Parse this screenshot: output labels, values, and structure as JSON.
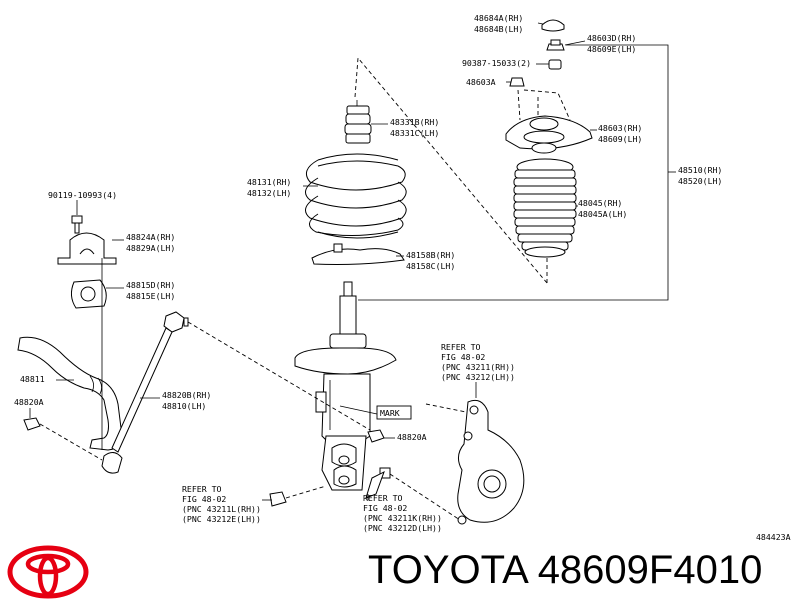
{
  "brand": "TOYOTA",
  "part_number": "48609F4010",
  "illustration_id": "484423A",
  "logo": {
    "icon": "toyota-logo-icon",
    "color": "#e60012"
  },
  "callouts": {
    "top_cap": [
      "48684A(RH)",
      "48684B(LH)"
    ],
    "nut_a": [
      "48603D(RH)",
      "48609E(LH)"
    ],
    "washer": "90387-15033(2)",
    "nut_b": "48603A",
    "bumper": [
      "48331B(RH)",
      "48331C(LH)"
    ],
    "mount": [
      "48603(RH)",
      "48609(LH)"
    ],
    "spring": [
      "48131(RH)",
      "48132(LH)"
    ],
    "strut_assy": [
      "48510(RH)",
      "48520(LH)"
    ],
    "boot": [
      "48045(RH)",
      "48045A(LH)"
    ],
    "insulator": [
      "48158B(RH)",
      "48158C(LH)"
    ],
    "bolt": "90119-10993(4)",
    "bracket": [
      "48824A(RH)",
      "48829A(LH)"
    ],
    "bushing": [
      "48815D(RH)",
      "48815E(LH)"
    ],
    "stabilizer": "48811",
    "link_nut_left": "48820A",
    "link": [
      "48820B(RH)",
      "48810(LH)"
    ],
    "mark": "MARK",
    "link_nut_right": "48820A"
  },
  "refer_knuckle": [
    "REFER TO",
    "FIG 48-02",
    "(PNC 43211(RH))",
    "(PNC 43212(LH))"
  ],
  "refer_bolt_left": [
    "REFER TO",
    "FIG 48-02",
    "(PNC 43211L(RH))",
    "(PNC 43212E(LH))"
  ],
  "refer_bolt_right": [
    "REFER TO",
    "FIG 48-02",
    "(PNC 43211K(RH))",
    "(PNC 43212D(LH))"
  ]
}
